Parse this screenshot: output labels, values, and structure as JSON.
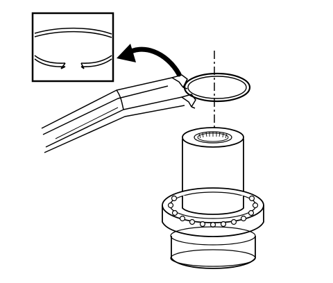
{
  "figure": {
    "background": "#ffffff",
    "line_color": "#000000",
    "parts": [
      "inset-detail-box",
      "snap-ring-gap-detail",
      "removal-direction-arrow",
      "snap-ring-pliers",
      "snap-ring",
      "centerline",
      "splined-shaft-sleeve",
      "bearing-housing"
    ]
  }
}
